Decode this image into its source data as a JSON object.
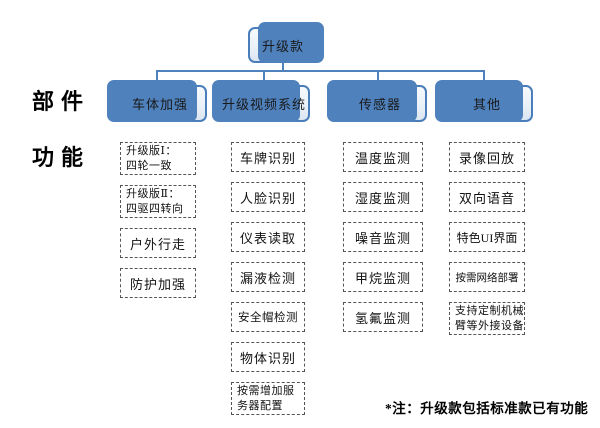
{
  "diagram": {
    "side_labels": {
      "components": "部件",
      "functions": "功能"
    },
    "note": "*注：升级款包括标准款已有功能",
    "colors": {
      "accent_dark": "#4F81BD",
      "node_border": "#4A7EBB",
      "node_fill_bottom": "#DCE6F1",
      "node_fill_top": "#F7FAFD",
      "connector": "#4F81BD",
      "dashed_border": "#555555"
    }
  },
  "tree": {
    "root": {
      "label": "升级款"
    },
    "branches": [
      {
        "label": "车体加强",
        "items": [
          {
            "l1": "升级版Ⅰ：",
            "l2": "四轮一致"
          },
          {
            "l1": "升级版Ⅱ：",
            "l2": "四驱四转向"
          },
          {
            "label": "户外行走"
          },
          {
            "label": "防护加强"
          }
        ]
      },
      {
        "label": "升级视频系统",
        "items": [
          {
            "label": "车牌识别"
          },
          {
            "label": "人脸识别"
          },
          {
            "label": "仪表读取"
          },
          {
            "label": "漏液检测"
          },
          {
            "label": "安全帽检测"
          },
          {
            "label": "物体识别"
          },
          {
            "l1": "按需增加服",
            "l2": "务器配置"
          }
        ]
      },
      {
        "label": "传感器",
        "items": [
          {
            "label": "温度监测"
          },
          {
            "label": "湿度监测"
          },
          {
            "label": "噪音监测"
          },
          {
            "label": "甲烷监测"
          },
          {
            "label": "氢氟监测"
          }
        ]
      },
      {
        "label": "其他",
        "items": [
          {
            "label": "录像回放"
          },
          {
            "label": "双向语音"
          },
          {
            "label": "特色UI界面"
          },
          {
            "label": "按需网络部署"
          },
          {
            "l1": "支持定制机械",
            "l2": "臂等外接设备"
          }
        ]
      }
    ]
  }
}
